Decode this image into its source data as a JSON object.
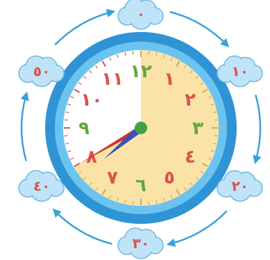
{
  "clock": {
    "hour_numerals": [
      "١٢",
      "١",
      "٢",
      "٣",
      "٤",
      "٥",
      "٦",
      "٧",
      "٨",
      "٩",
      "١٠",
      "١١"
    ],
    "hour_colors": [
      "#63a83c",
      "#d9534f",
      "#d9534f",
      "#63a83c",
      "#d9534f",
      "#d9534f",
      "#63a83c",
      "#d9534f",
      "#d9534f",
      "#63a83c",
      "#d9534f",
      "#d9534f"
    ],
    "time_hour": 7,
    "time_minute": 40,
    "shaded_fraction_start_minute": 0,
    "shaded_fraction_end_minute": 40
  },
  "cloud_labels": [
    {
      "text": "٠"
    },
    {
      "text": "١٠"
    },
    {
      "text": "٢٠"
    },
    {
      "text": "٣٠"
    },
    {
      "text": "٤٠"
    },
    {
      "text": "٥٠"
    }
  ],
  "colors": {
    "ring_outer": "#2e94d6",
    "ring_inner": "#6cc3ef",
    "face_shaded": "#fbe3a8",
    "face_white": "#ffffff",
    "cloud_fill": "#bfe4f8",
    "cloud_stroke": "#6fb8e2",
    "cloud_text": "#d9534f",
    "arrow": "#3ba0da",
    "minute_hand": "#d32f2f",
    "hour_hand": "#3f51b5",
    "center": "#43a047"
  }
}
